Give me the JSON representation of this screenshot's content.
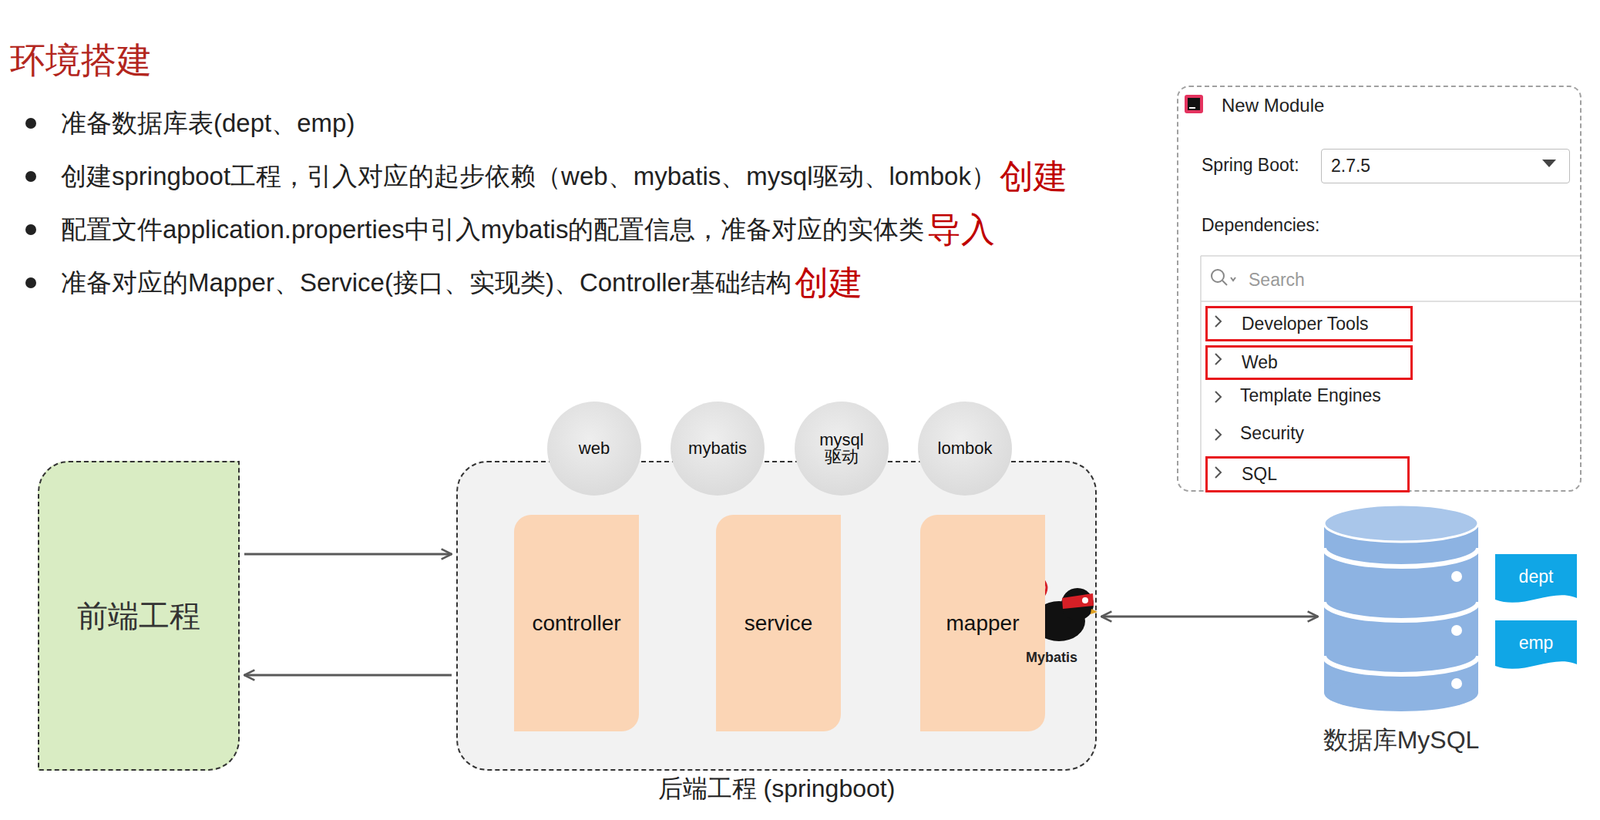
{
  "diagram": {
    "title": "环境搭建",
    "nodes": [
      {
        "text": [
          "New Module",
          "Spring Boot:",
          "Dependencies:"
        ]
      },
      {
        "text": [
          "2.7.5"
        ],
        "in": 0
      },
      {
        "text": [
          "Search"
        ],
        "in": 0
      },
      {
        "text": [
          "Developer Tools"
        ],
        "in": 0
      },
      {
        "text": [
          "Web"
        ],
        "in": 0
      },
      {
        "text": [
          "SQL"
        ],
        "in": 0
      },
      {
        "text": [
          "前端工程"
        ]
      },
      {
        "text": [
          "后端工程 (springboot)"
        ]
      },
      {
        "text": [
          "web"
        ],
        "in": 7
      },
      {
        "text": [
          "mybatis"
        ],
        "in": 7
      },
      {
        "text": [
          "mysql驱动"
        ],
        "in": 7
      },
      {
        "text": [
          "lombok"
        ],
        "in": 7
      },
      {
        "text": [
          "controller"
        ],
        "in": 7
      },
      {
        "text": [
          "service"
        ],
        "in": 7
      },
      {
        "text": [
          "mapper"
        ],
        "in": 7
      },
      {
        "text": [
          "数据库MySQL"
        ]
      },
      {
        "text": [
          "dept"
        ]
      },
      {
        "text": [
          "emp"
        ]
      }
    ],
    "edges": [
      {
        "from": 6,
        "to": 7,
        "arrow": "to"
      },
      {
        "from": 7,
        "to": 6,
        "arrow": "to"
      },
      {
        "from": 7,
        "to": 15,
        "arrow": "both"
      }
    ],
    "labels": [
      "准备数据库表(dept、emp)",
      "创建springboot工程，引入对应的起步依赖（web、mybatis、mysql驱动、lombok）",
      "创建",
      "配置文件application.properties中引入mybatis的配置信息，准备对应的实体类",
      "导入",
      "准备对应的Mapper、Service(接口、实现类)、Controller基础结构",
      "创建",
      "Template Engines",
      "Security",
      "Mybatis"
    ]
  }
}
